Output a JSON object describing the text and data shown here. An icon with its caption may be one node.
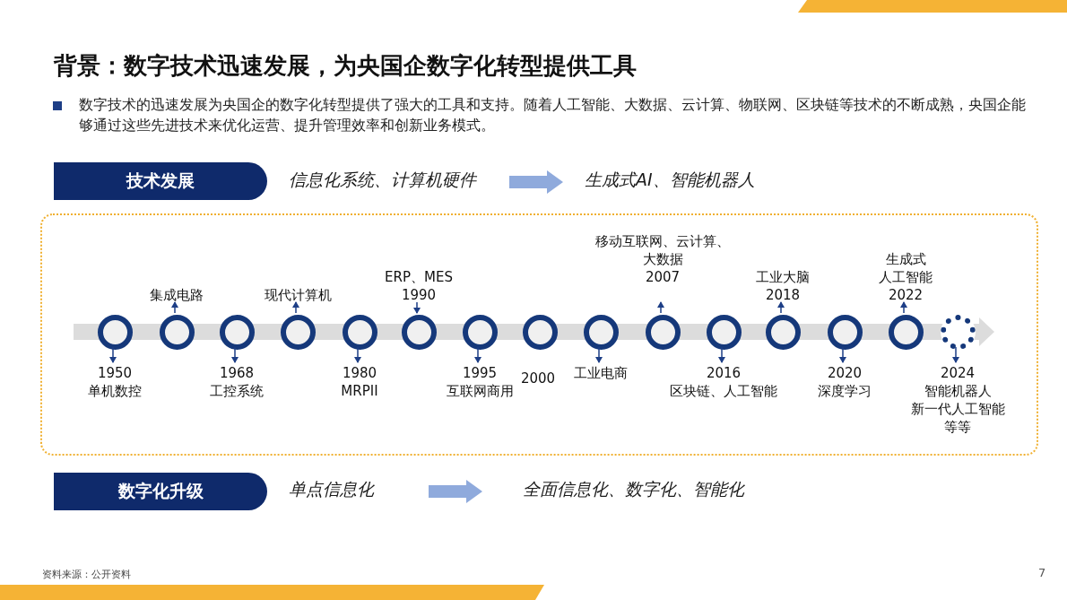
{
  "diagram": {
    "title": "背景：数字技术迅速发展，为央国企数字化转型提供工具",
    "nodes": [
      {
        "text": [
          "技术发展"
        ]
      },
      {
        "text": [
          "信息化系统、计算机硬件"
        ]
      },
      {
        "text": [
          "生成式AI、智能机器人"
        ]
      },
      {
        "text": [],
        "shape": "box"
      },
      {
        "text": [],
        "shape": "circle",
        "in": 3
      },
      {
        "text": [
          "1950",
          "单机数控"
        ],
        "in": 3
      },
      {
        "text": [],
        "shape": "circle",
        "in": 3
      },
      {
        "text": [
          "集成电路"
        ],
        "in": 3
      },
      {
        "text": [],
        "shape": "circle",
        "in": 3
      },
      {
        "text": [
          "1968",
          "工控系统"
        ],
        "in": 3
      },
      {
        "text": [],
        "shape": "circle",
        "in": 3
      },
      {
        "text": [
          "现代计算机"
        ],
        "in": 3
      },
      {
        "text": [],
        "shape": "circle",
        "in": 3
      },
      {
        "text": [
          "1980",
          "MRPII"
        ],
        "in": 3
      },
      {
        "text": [],
        "shape": "circle",
        "in": 3
      },
      {
        "text": [
          "ERP、MES",
          "1990"
        ],
        "in": 3
      },
      {
        "text": [],
        "shape": "circle",
        "in": 3
      },
      {
        "text": [
          "1995",
          "互联网商用"
        ],
        "in": 3
      },
      {
        "text": [],
        "shape": "circle",
        "in": 3
      },
      {
        "text": [],
        "shape": "circle",
        "in": 3
      },
      {
        "text": [
          "工业电商"
        ],
        "in": 3
      },
      {
        "text": [],
        "shape": "circle",
        "in": 3
      },
      {
        "text": [
          "移动互联网、云计算、大数据",
          "2007"
        ],
        "in": 3
      },
      {
        "text": [],
        "shape": "circle",
        "in": 3
      },
      {
        "text": [
          "2016",
          "区块链、人工智能"
        ],
        "in": 3
      },
      {
        "text": [],
        "shape": "circle",
        "in": 3
      },
      {
        "text": [
          "工业大脑",
          "2018"
        ],
        "in": 3
      },
      {
        "text": [],
        "shape": "circle",
        "in": 3
      },
      {
        "text": [
          "2020",
          "深度学习"
        ],
        "in": 3
      },
      {
        "text": [],
        "shape": "circle",
        "in": 3
      },
      {
        "text": [
          "生成式",
          "人工智能",
          "2022"
        ],
        "in": 3
      },
      {
        "text": [],
        "shape": "circle",
        "in": 3
      },
      {
        "text": [
          "2024",
          "智能机器人",
          "新一代人工智能",
          "等等"
        ],
        "in": 3
      },
      {
        "text": [
          "数字化升级"
        ]
      },
      {
        "text": [
          "单点信息化"
        ]
      },
      {
        "text": [
          "全面信息化、数字化、智能化"
        ]
      }
    ],
    "edges": [
      {
        "from": 1,
        "to": 2,
        "arrow": "to",
        "style": "thick",
        "color": "#8faadc"
      },
      {
        "from": 4,
        "to": 5,
        "arrow": "to"
      },
      {
        "from": 6,
        "to": 7,
        "arrow": "to"
      },
      {
        "from": 8,
        "to": 9,
        "arrow": "to"
      },
      {
        "from": 10,
        "to": 11,
        "arrow": "to"
      },
      {
        "from": 12,
        "to": 13,
        "arrow": "to"
      },
      {
        "from": 15,
        "to": 14,
        "arrow": "to"
      },
      {
        "from": 16,
        "to": 17,
        "arrow": "to"
      },
      {
        "from": 19,
        "to": 20,
        "arrow": "to"
      },
      {
        "from": 21,
        "to": 22,
        "arrow": "to"
      },
      {
        "from": 23,
        "to": 24,
        "arrow": "to"
      },
      {
        "from": 25,
        "to": 26,
        "arrow": "to"
      },
      {
        "from": 27,
        "to": 28,
        "arrow": "to"
      },
      {
        "from": 29,
        "to": 30,
        "arrow": "to"
      },
      {
        "from": 31,
        "to": 32,
        "arrow": "to"
      },
      {
        "from": 34,
        "to": 35,
        "arrow": "to",
        "style": "thick",
        "color": "#8faadc"
      }
    ],
    "labels": [
      "数字技术的迅速发展为央国企的数字化转型提供了强大的工具和支持。随着人工智能、大数据、云计算、物联网、区块链等技术的不断成熟，央国企能够通过这些先进技术来优化运营、提升管理效率和创新业务模式。",
      "2000",
      "资料来源：公开资料",
      "7"
    ]
  }
}
